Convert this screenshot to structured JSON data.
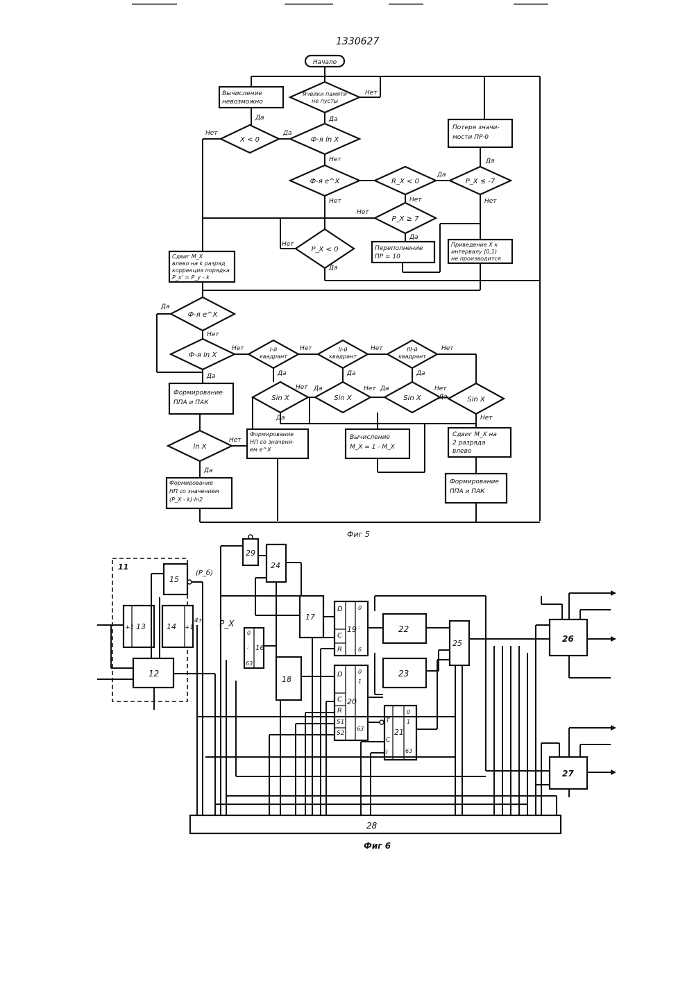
{
  "header": {
    "patent_number": "1330627"
  },
  "fig5": {
    "caption": "Фиг 5",
    "start": "Начало",
    "decisions": {
      "stack_empty": [
        "Ячейки памяти",
        "не пусты"
      ],
      "fln_top": "Ф-я ln X",
      "x_neg": "X < 0",
      "fexp_top": "Ф-я e^X",
      "rx_neg": "R_X < 0",
      "px_le_neg7": "P_X ≤ -7",
      "px_ge7": "P_X ≥ 7",
      "px_neg": "P_X < 0",
      "fexp_mid": "Ф-я e^X",
      "fln_mid": "Ф-я ln X",
      "q1": [
        "I-й",
        "квадрант"
      ],
      "q2": [
        "II-й",
        "квадрант"
      ],
      "q3": [
        "III-й",
        "квадрант"
      ],
      "sin1": "Sin X",
      "sin2": "Sin X",
      "sin3": "Sin X",
      "sin4": "Sin X",
      "lnx": "ln X"
    },
    "processes": {
      "impossible": [
        "Вычисление",
        "невозможно"
      ],
      "precision_loss": [
        "Потеря значи-",
        "мости ПР·0"
      ],
      "overflow": [
        "Переполнение",
        "ПР = 10"
      ],
      "reduce_x": [
        "Приведение X к",
        "интервалу [0,1)",
        "не производится"
      ],
      "shift_mx": [
        "Сдвиг M_X",
        "влево на k разряд",
        "коррекция порядка",
        "P_x' = P_y - k"
      ],
      "form_ppa_left": [
        "Формирование",
        "ППА и ПАК"
      ],
      "form_np_e": [
        "Формирование",
        "НП со значени-",
        "ем e^X"
      ],
      "calc_mx": [
        "Вычисление",
        "M_X = 1 - M_X"
      ],
      "shift_2": [
        "Сдвиг M_X на",
        "2 разряда",
        "влево"
      ],
      "form_np_ln2": [
        "Формирование",
        "НП со значением",
        "(P_X - k)·ln2"
      ],
      "form_ppa_right": [
        "Формирование",
        "ППА и ПАК"
      ]
    },
    "labels": {
      "yes": "Да",
      "no": "Нет"
    }
  },
  "fig6": {
    "caption": "Фиг 6",
    "blocks": {
      "b11": "11",
      "b12": "12",
      "b13": "13",
      "b14": "14",
      "b15": "15",
      "b16": "16",
      "b17": "17",
      "b18": "18",
      "b19": "19",
      "b20": "20",
      "b21": "21",
      "b22": "22",
      "b23": "23",
      "b24": "24",
      "b25": "25",
      "b26": "26",
      "b27": "27",
      "b28": "28",
      "b29": "29"
    },
    "signals": {
      "pb": "(P_б)",
      "px": "P_X",
      "plus1a": "+1",
      "plus1b": "+1",
      "fourT": "4т"
    },
    "reg_bits": {
      "r16_top": "0",
      "r16_dots": ":",
      "r16_bot": "63",
      "r19_top": "0",
      "r19_dots": ":",
      "r19_bot": "6",
      "r20_top": "0",
      "r20_mid": "1",
      "r20_bot": "63",
      "r21_top": "0",
      "r21_mid": "1",
      "r21_bot": "63"
    },
    "inputs": {
      "D": "D",
      "C": "C",
      "R": "R",
      "S1": "S1",
      "S2": "S2",
      "T": "T",
      "I": "I"
    }
  }
}
